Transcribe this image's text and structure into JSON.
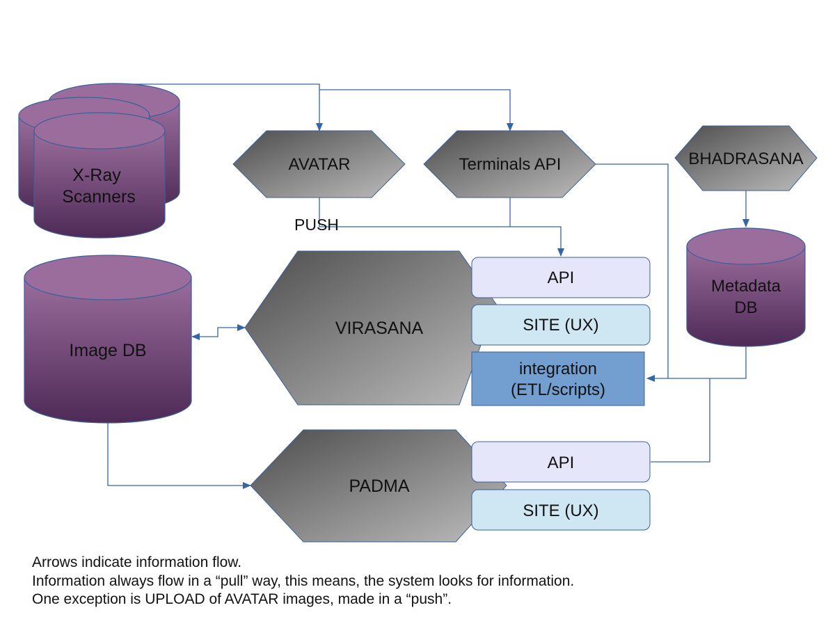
{
  "colors": {
    "cylinder_top": "#9a6d9c",
    "cylinder_bottom": "#4e2a56",
    "cylinder_stroke": "#3b5f99",
    "hex_dark": "#555555",
    "hex_light": "#b4b4b4",
    "connector": "#3465a4",
    "api_box": "#e6e6fa",
    "site_box": "#cfe6f3",
    "integration_box": "#729fcf"
  },
  "nodes": {
    "xray": {
      "line1": "X-Ray",
      "line2": "Scanners",
      "shape": "stacked-cylinders"
    },
    "avatar": {
      "label": "AVATAR",
      "shape": "hexagon"
    },
    "terminals": {
      "label": "Terminals API",
      "shape": "hexagon"
    },
    "bhadrasana": {
      "label": "BHADRASANA",
      "shape": "hexagon"
    },
    "metadata": {
      "line1": "Metadata",
      "line2": "DB",
      "shape": "cylinder"
    },
    "imagedb": {
      "label": "Image DB",
      "shape": "cylinder"
    },
    "virasana": {
      "label": "VIRASANA",
      "api": "API",
      "site": "SITE (UX)",
      "integration_line1": "integration",
      "integration_line2": "(ETL/scripts)"
    },
    "padma": {
      "label": "PADMA",
      "api": "API",
      "site": "SITE (UX)"
    }
  },
  "edges": [
    {
      "from": "xray",
      "to": "avatar"
    },
    {
      "from": "xray",
      "to": "terminals"
    },
    {
      "from": "avatar",
      "to": "virasana.api",
      "label": "PUSH"
    },
    {
      "from": "terminals",
      "to": "virasana.api"
    },
    {
      "from": "terminals",
      "to": "virasana.integration"
    },
    {
      "from": "bhadrasana",
      "to": "metadata"
    },
    {
      "from": "metadata",
      "to": "virasana.integration"
    },
    {
      "from": "padma.api",
      "to": "virasana.integration"
    },
    {
      "from": "imagedb",
      "to": "virasana",
      "bidirectional": true
    },
    {
      "from": "imagedb",
      "to": "padma"
    }
  ],
  "push_label": "PUSH",
  "notes": [
    "Arrows indicate information flow.",
    "Information always flow in a “pull” way, this means, the system looks for information.",
    "One exception is UPLOAD of AVATAR images, made in a “push”."
  ]
}
